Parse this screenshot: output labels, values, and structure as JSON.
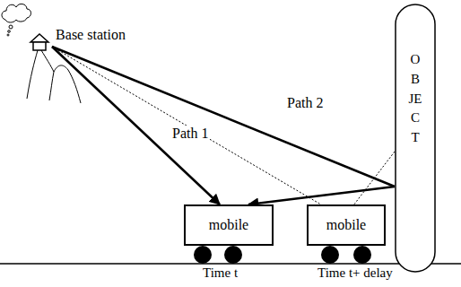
{
  "diagram": {
    "nodes": [
      {
        "text": [
          "Base station"
        ]
      },
      {
        "text": [
          "mobile"
        ]
      },
      {
        "text": [
          "mobile"
        ]
      },
      {
        "text": [
          "OBJECT"
        ]
      }
    ],
    "edges": [
      {
        "from": 0,
        "to": 1,
        "arrow": "to",
        "label": "Path 1"
      },
      {
        "from": 0,
        "to": 3,
        "arrow": "none",
        "label": "Path 2"
      },
      {
        "from": 3,
        "to": 1,
        "arrow": "to"
      },
      {
        "from": 0,
        "to": 2,
        "arrow": "none"
      },
      {
        "from": 3,
        "to": 2,
        "arrow": "none"
      }
    ],
    "labels": [
      "Time t",
      "Time t+ delay"
    ]
  }
}
